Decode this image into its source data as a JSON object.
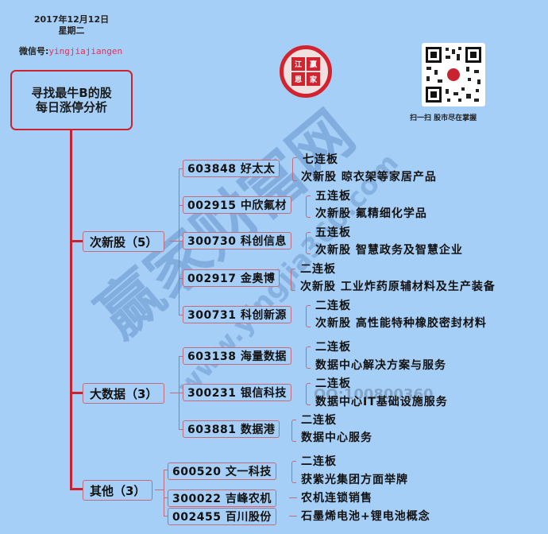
{
  "header": {
    "date": "2017年12月12日",
    "weekday": "星期二",
    "wechat_label": "微信号:",
    "wechat_id": "yingjiajiangen"
  },
  "root": {
    "line1": "寻找最牛B的股",
    "line2": "每日涨停分析"
  },
  "logo": {
    "chars": [
      "江",
      "赢",
      "恩",
      "家"
    ]
  },
  "qr": {
    "caption": "扫一扫 股市尽在掌握"
  },
  "categories": [
    {
      "label": "次新股（5）",
      "stocks": [
        {
          "name": "603848 好太太",
          "lines": [
            "七连板",
            "次新股 晾衣架等家居产品"
          ]
        },
        {
          "name": "002915 中欣氟材",
          "lines": [
            "五连板",
            "次新股 氟精细化学品"
          ]
        },
        {
          "name": "300730 科创信息",
          "lines": [
            "五连板",
            "次新股 智慧政务及智慧企业"
          ]
        },
        {
          "name": "002917 金奥博",
          "lines": [
            "二连板",
            "次新股 工业炸药原辅材料及生产装备"
          ]
        },
        {
          "name": "300731 科创新源",
          "lines": [
            "二连板",
            "次新股 高性能特种橡胶密封材料"
          ]
        }
      ]
    },
    {
      "label": "大数据（3）",
      "stocks": [
        {
          "name": "603138 海量数据",
          "lines": [
            "二连板",
            "数据中心解决方案与服务"
          ]
        },
        {
          "name": "300231 银信科技",
          "lines": [
            "二连板",
            "数据中心IT基础设施服务"
          ]
        },
        {
          "name": "603881 数据港",
          "lines": [
            "二连板",
            "数据中心服务"
          ]
        }
      ]
    },
    {
      "label": "其他（3）",
      "stocks": [
        {
          "name": "600520 文一科技",
          "lines": [
            "二连板",
            "获紫光集团方面举牌"
          ]
        },
        {
          "name": "300022 吉峰农机",
          "lines": [
            "农机连锁销售"
          ]
        },
        {
          "name": "002455 百川股份",
          "lines": [
            "石墨烯电池+锂电池概念"
          ]
        }
      ]
    }
  ],
  "watermarks": {
    "big": "赢家财富网",
    "url": "www.yingjia360.com",
    "qq": "QQ:100800360"
  }
}
